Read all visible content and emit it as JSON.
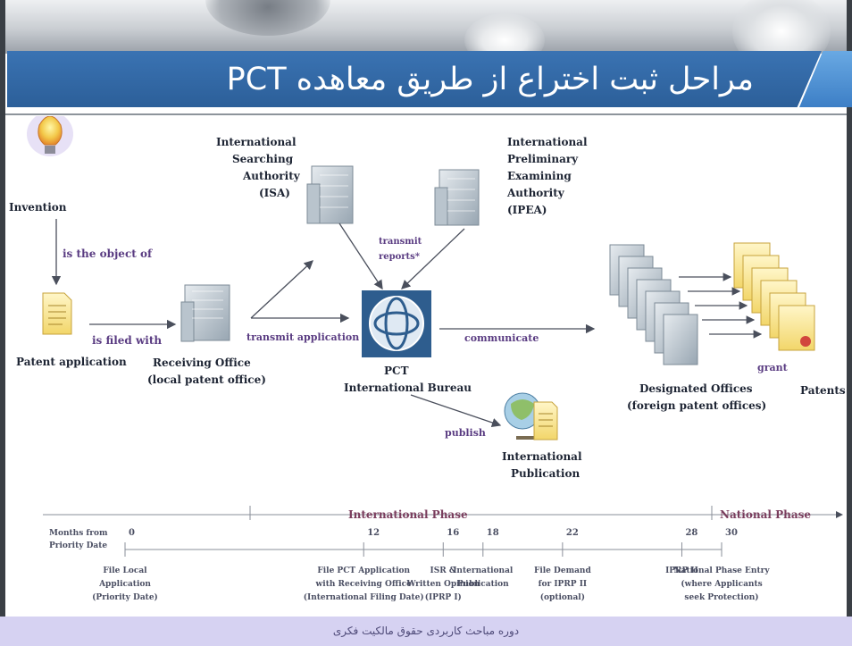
{
  "slide": {
    "title": "مراحل ثبت اختراع از طریق معاهده PCT",
    "footer": "دوره مباحث کاربردی حقوق مالکیت فکری"
  },
  "nodes": {
    "invention": "Invention",
    "patent_application": "Patent application",
    "receiving_office_l1": "Receiving Office",
    "receiving_office_l2": "(local patent office)",
    "isa_l1": "International",
    "isa_l2": "Searching",
    "isa_l3": "Authority",
    "isa_l4": "(ISA)",
    "ipea_l1": "International",
    "ipea_l2": "Preliminary",
    "ipea_l3": "Examining",
    "ipea_l4": "Authority",
    "ipea_l5": "(IPEA)",
    "ib_l1": "PCT",
    "ib_l2": "International Bureau",
    "designated_l1": "Designated Offices",
    "designated_l2": "(foreign patent offices)",
    "patents": "Patents",
    "publication_l1": "International",
    "publication_l2": "Publication"
  },
  "edges": {
    "is_object_of": "is  the object of",
    "is_filed_with": "is filed with",
    "transmit_application": "transmit application",
    "transmit_reports_l1": "transmit",
    "transmit_reports_l2": "reports*",
    "communicate": "communicate",
    "grant": "grant",
    "publish": "publish"
  },
  "timeline": {
    "international_phase": "International Phase",
    "national_phase": "National Phase",
    "months_l1": "Months from",
    "months_l2": "Priority Date",
    "ticks": [
      {
        "month": "0",
        "l1": "File Local",
        "l2": "Application",
        "l3": "(Priority Date)"
      },
      {
        "month": "12",
        "l1": "File PCT Application",
        "l2": "with Receiving Office",
        "l3": "(International Filing Date)"
      },
      {
        "month": "16",
        "l1": "ISR &",
        "l2": "Written Opinion",
        "l3": "(IPRP I)"
      },
      {
        "month": "18",
        "l1": "International",
        "l2": "Publication",
        "l3": ""
      },
      {
        "month": "22",
        "l1": "File Demand",
        "l2": "for IPRP II",
        "l3": "(optional)"
      },
      {
        "month": "28",
        "l1": "IPRP II",
        "l2": "",
        "l3": ""
      },
      {
        "month": "30",
        "l1": "National Phase Entry",
        "l2": "(where Applicants",
        "l3": "seek Protection)"
      }
    ]
  },
  "colors": {
    "title_bar": "#2f659f",
    "footer_bg": "#d6d2f2",
    "arrow": "#4a4f5c",
    "phase_text": "#7a3d5d",
    "label_purple": "#5a3c82"
  }
}
